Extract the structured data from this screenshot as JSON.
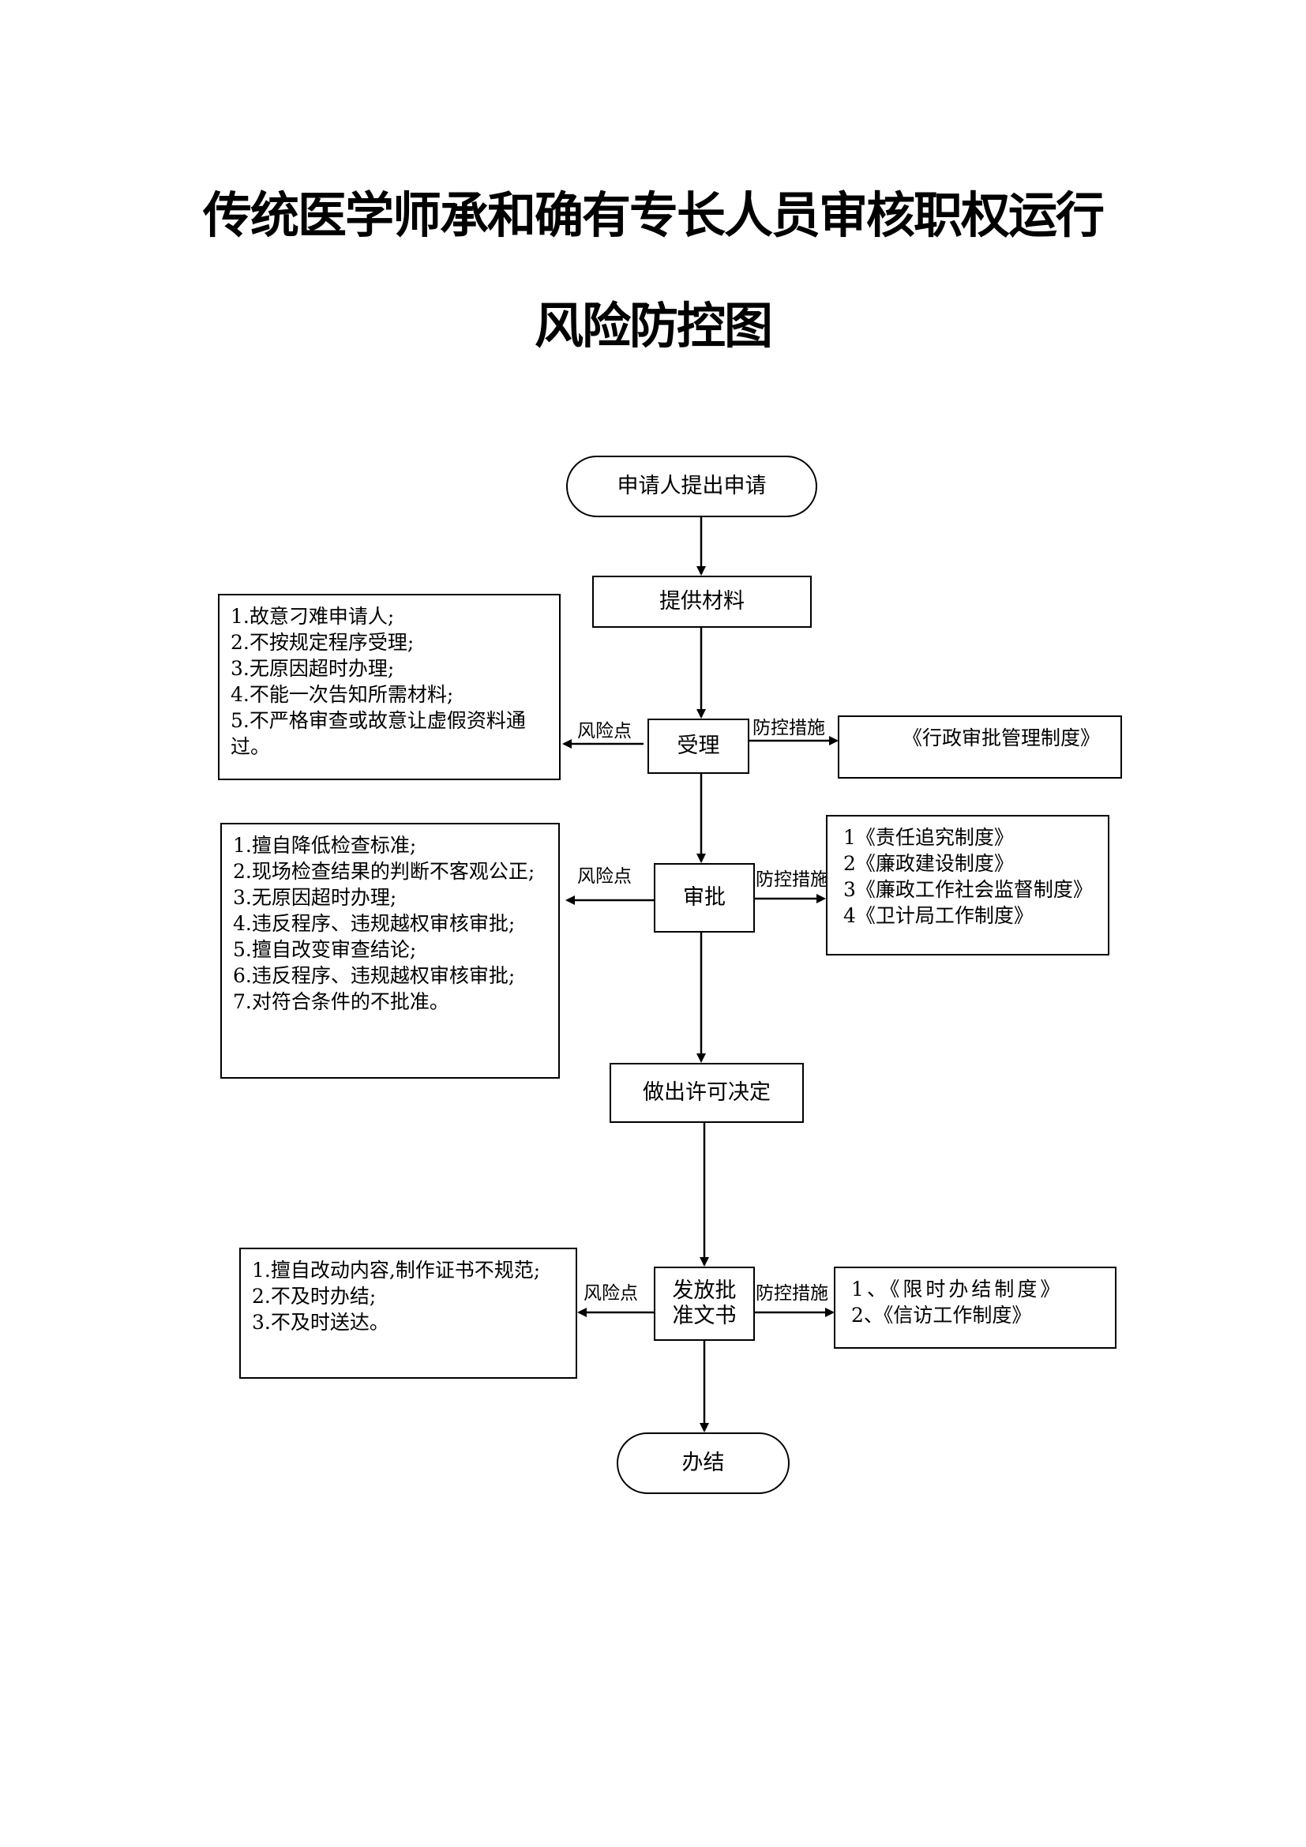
{
  "title": {
    "line1": "传统医学师承和确有专长人员审核职权运行",
    "line2": "风险防控图"
  },
  "flow": {
    "start": "申请人提出申请",
    "step1": "提供材料",
    "step2": "受理",
    "step3": "审批",
    "step4": "做出许可决定",
    "step5_line1": "发放批",
    "step5_line2": "准文书",
    "end": "办结"
  },
  "labels": {
    "risk": "风险点",
    "control": "防控措施"
  },
  "risks": {
    "accept": [
      "1.故意刁难申请人;",
      "2.不按规定程序受理;",
      "3.无原因超时办理;",
      "4.不能一次告知所需材料;",
      "5.不严格审查或故意让虚假资料通过。"
    ],
    "approve": [
      "1.擅自降低检查标准;",
      "2.现场检查结果的判断不客观公正;",
      "3.无原因超时办理;",
      "4.违反程序、违规越权审核审批;",
      "5.擅自改变审查结论;",
      "6.违反程序、违规越权审核审批;",
      "7.对符合条件的不批准。"
    ],
    "issue": [
      "1.擅自改动内容,制作证书不规范;",
      "2.不及时办结;",
      "3.不及时送达。"
    ]
  },
  "controls": {
    "accept": [
      "《行政审批管理制度》"
    ],
    "approve": [
      "1《责任追究制度》",
      "2《廉政建设制度》",
      "3《廉政工作社会监督制度》",
      "4《卫计局工作制度》"
    ],
    "issue": [
      "1、《限时办结制度》",
      "2、《信访工作制度》"
    ]
  }
}
